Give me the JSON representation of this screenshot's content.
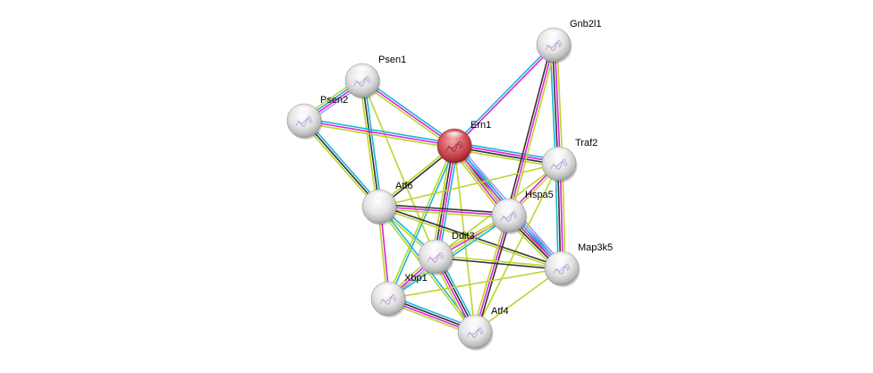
{
  "network": {
    "query_node": "Ern1",
    "colors": {
      "query_node": "#c9474b",
      "node": "#d9d9d9",
      "edge_database": "#1ab5d6",
      "edge_experimental": "#e020e0",
      "edge_textmining": "#b8d62a",
      "edge_coexpression": "#333333",
      "edge_homology": "#a8a0f0"
    },
    "nodes": [
      {
        "id": "Psen1",
        "label": "Psen1",
        "query": false
      },
      {
        "id": "Psen2",
        "label": "Psen2",
        "query": false
      },
      {
        "id": "Ern1",
        "label": "Ern1",
        "query": true
      },
      {
        "id": "Gnb2l1",
        "label": "Gnb2l1",
        "query": false
      },
      {
        "id": "Traf2",
        "label": "Traf2",
        "query": false
      },
      {
        "id": "Atf6",
        "label": "Atf6",
        "query": false
      },
      {
        "id": "Hspa5",
        "label": "Hspa5",
        "query": false
      },
      {
        "id": "Ddit3",
        "label": "Ddit3",
        "query": false
      },
      {
        "id": "Map3k5",
        "label": "Map3k5",
        "query": false
      },
      {
        "id": "Xbp1",
        "label": "Xbp1",
        "query": false
      },
      {
        "id": "Atf4",
        "label": "Atf4",
        "query": false
      }
    ],
    "edges": [
      {
        "a": "Psen1",
        "b": "Psen2",
        "types": [
          "edge_homology",
          "edge_experimental",
          "edge_database",
          "edge_textmining"
        ]
      },
      {
        "a": "Psen1",
        "b": "Ern1",
        "types": [
          "edge_database",
          "edge_experimental",
          "edge_textmining"
        ]
      },
      {
        "a": "Psen1",
        "b": "Atf6",
        "types": [
          "edge_database",
          "edge_coexpression",
          "edge_textmining"
        ]
      },
      {
        "a": "Psen1",
        "b": "Ddit3",
        "types": [
          "edge_textmining"
        ]
      },
      {
        "a": "Psen2",
        "b": "Ern1",
        "types": [
          "edge_database",
          "edge_experimental",
          "edge_textmining"
        ]
      },
      {
        "a": "Psen2",
        "b": "Atf6",
        "types": [
          "edge_database",
          "edge_coexpression",
          "edge_textmining"
        ]
      },
      {
        "a": "Ern1",
        "b": "Gnb2l1",
        "types": [
          "edge_database",
          "edge_experimental"
        ]
      },
      {
        "a": "Ern1",
        "b": "Traf2",
        "types": [
          "edge_database",
          "edge_experimental",
          "edge_coexpression",
          "edge_textmining"
        ]
      },
      {
        "a": "Ern1",
        "b": "Atf6",
        "types": [
          "edge_coexpression",
          "edge_textmining"
        ]
      },
      {
        "a": "Ern1",
        "b": "Hspa5",
        "types": [
          "edge_homology",
          "edge_database",
          "edge_coexpression",
          "edge_experimental",
          "edge_textmining"
        ]
      },
      {
        "a": "Ern1",
        "b": "Ddit3",
        "types": [
          "edge_database",
          "edge_experimental",
          "edge_coexpression",
          "edge_textmining"
        ]
      },
      {
        "a": "Ern1",
        "b": "Map3k5",
        "types": [
          "edge_homology",
          "edge_database",
          "edge_experimental",
          "edge_textmining"
        ]
      },
      {
        "a": "Ern1",
        "b": "Xbp1",
        "types": [
          "edge_database",
          "edge_textmining"
        ]
      },
      {
        "a": "Ern1",
        "b": "Atf4",
        "types": [
          "edge_textmining"
        ]
      },
      {
        "a": "Gnb2l1",
        "b": "Traf2",
        "types": [
          "edge_textmining",
          "edge_experimental",
          "edge_coexpression",
          "edge_database"
        ]
      },
      {
        "a": "Gnb2l1",
        "b": "Hspa5",
        "types": [
          "edge_textmining",
          "edge_experimental",
          "edge_coexpression"
        ]
      },
      {
        "a": "Traf2",
        "b": "Hspa5",
        "types": [
          "edge_textmining",
          "edge_experimental"
        ]
      },
      {
        "a": "Traf2",
        "b": "Map3k5",
        "types": [
          "edge_textmining",
          "edge_experimental",
          "edge_coexpression",
          "edge_database"
        ]
      },
      {
        "a": "Traf2",
        "b": "Atf6",
        "types": [
          "edge_textmining"
        ]
      },
      {
        "a": "Traf2",
        "b": "Ddit3",
        "types": [
          "edge_textmining"
        ]
      },
      {
        "a": "Traf2",
        "b": "Atf4",
        "types": [
          "edge_textmining"
        ]
      },
      {
        "a": "Atf6",
        "b": "Hspa5",
        "types": [
          "edge_coexpression",
          "edge_experimental",
          "edge_textmining"
        ]
      },
      {
        "a": "Atf6",
        "b": "Ddit3",
        "types": [
          "edge_database",
          "edge_textmining"
        ]
      },
      {
        "a": "Atf6",
        "b": "Map3k5",
        "types": [
          "edge_coexpression",
          "edge_textmining"
        ]
      },
      {
        "a": "Atf6",
        "b": "Xbp1",
        "types": [
          "edge_experimental",
          "edge_textmining"
        ]
      },
      {
        "a": "Atf6",
        "b": "Atf4",
        "types": [
          "edge_database",
          "edge_textmining"
        ]
      },
      {
        "a": "Hspa5",
        "b": "Ddit3",
        "types": [
          "edge_experimental",
          "edge_textmining"
        ]
      },
      {
        "a": "Hspa5",
        "b": "Map3k5",
        "types": [
          "edge_homology",
          "edge_database",
          "edge_experimental",
          "edge_coexpression",
          "edge_textmining"
        ]
      },
      {
        "a": "Hspa5",
        "b": "Xbp1",
        "types": [
          "edge_database",
          "edge_textmining"
        ]
      },
      {
        "a": "Hspa5",
        "b": "Atf4",
        "types": [
          "edge_coexpression",
          "edge_experimental",
          "edge_textmining"
        ]
      },
      {
        "a": "Ddit3",
        "b": "Map3k5",
        "types": [
          "edge_textmining",
          "edge_coexpression"
        ]
      },
      {
        "a": "Ddit3",
        "b": "Xbp1",
        "types": [
          "edge_homology",
          "edge_experimental",
          "edge_textmining"
        ]
      },
      {
        "a": "Ddit3",
        "b": "Atf4",
        "types": [
          "edge_database",
          "edge_coexpression",
          "edge_experimental",
          "edge_textmining"
        ]
      },
      {
        "a": "Map3k5",
        "b": "Xbp1",
        "types": [
          "edge_textmining"
        ]
      },
      {
        "a": "Map3k5",
        "b": "Atf4",
        "types": [
          "edge_textmining"
        ]
      },
      {
        "a": "Xbp1",
        "b": "Atf4",
        "types": [
          "edge_database",
          "edge_coexpression",
          "edge_experimental",
          "edge_textmining"
        ]
      }
    ]
  }
}
